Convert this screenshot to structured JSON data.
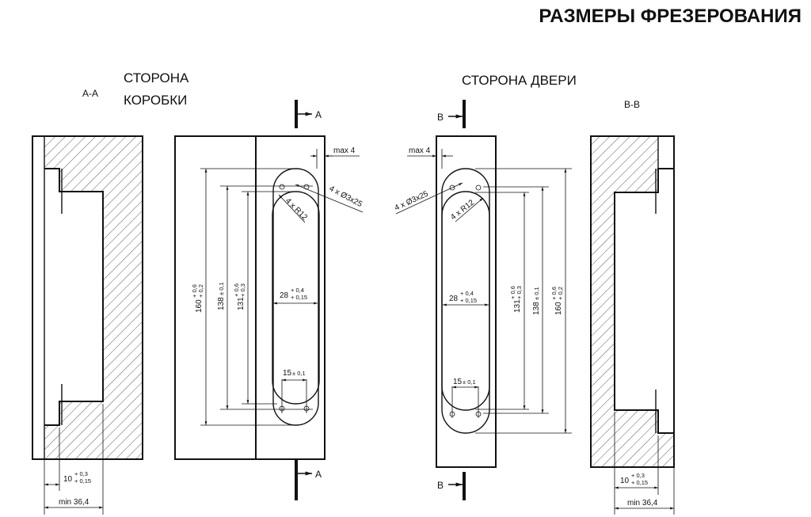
{
  "title": "РАЗМЕРЫ ФРЕЗЕРОВАНИЯ",
  "section_aa": {
    "label": "A-A",
    "dim_10": {
      "main": "10",
      "upper": "+ 0,3",
      "lower": "+ 0,15"
    },
    "dim_min": "min 36,4"
  },
  "section_bb": {
    "label": "B-B",
    "dim_10": {
      "main": "10",
      "upper": "+ 0,3",
      "lower": "+ 0,15"
    },
    "dim_min": "min 36,4"
  },
  "box_side": {
    "label_line1": "СТОРОНА",
    "label_line2": "КОРОБКИ",
    "cut_mark": "A",
    "max": "max 4",
    "holes": "4 x Ø3x25",
    "radius": "4 x R12",
    "dim_160": {
      "main": "160",
      "upper": "+ 0,6",
      "lower": "+ 0,2"
    },
    "dim_138": {
      "main": "138",
      "tol": "± 0,1"
    },
    "dim_131": {
      "main": "131",
      "upper": "+ 0,6",
      "lower": "+ 0,3"
    },
    "dim_28": {
      "main": "28",
      "upper": "+ 0,4",
      "lower": "+ 0,15"
    },
    "dim_15": {
      "main": "15",
      "tol": "± 0,1"
    }
  },
  "door_side": {
    "label": "СТОРОНА ДВЕРИ",
    "cut_mark": "B",
    "max": "max 4",
    "holes": "4 x Ø3x25",
    "radius": "4 x R12",
    "dim_160": {
      "main": "160",
      "upper": "+ 0,6",
      "lower": "+ 0,2"
    },
    "dim_138": {
      "main": "138",
      "tol": "± 0,1"
    },
    "dim_131": {
      "main": "131",
      "upper": "+ 0,6",
      "lower": "+ 0,3"
    },
    "dim_28": {
      "main": "28",
      "upper": "+ 0,4",
      "lower": "+ 0,15"
    },
    "dim_15": {
      "main": "15",
      "tol": "± 0,1"
    }
  }
}
